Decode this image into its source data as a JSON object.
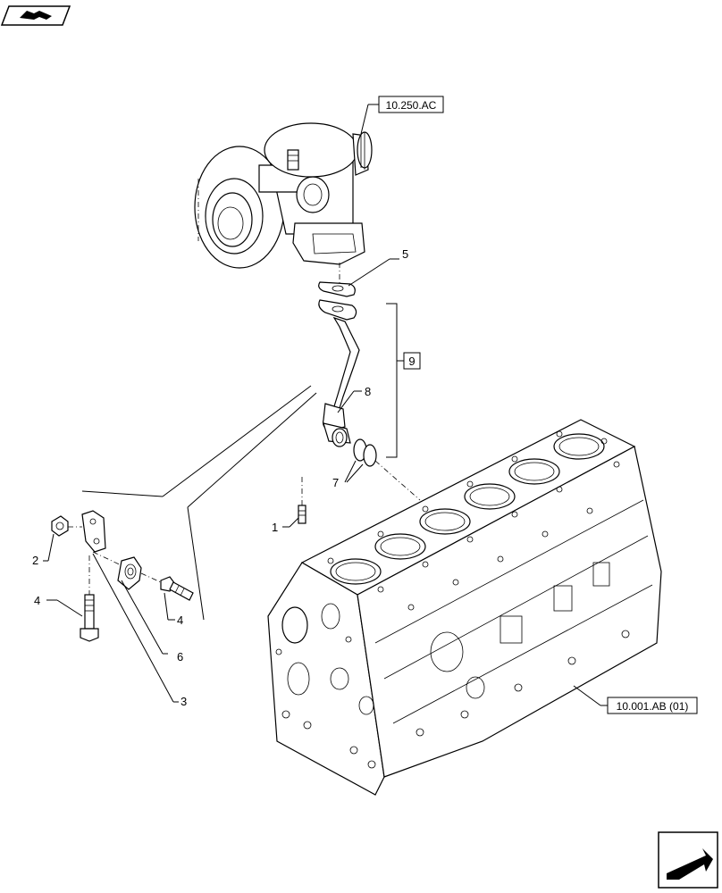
{
  "references": {
    "turbocharger": "10.250.AC",
    "engine_block": "10.001.AB (01)"
  },
  "callouts": {
    "c1": "1",
    "c2": "2",
    "c3": "3",
    "c4_bolt": "4",
    "c4_screw": "4",
    "c5": "5",
    "c6": "6",
    "c7": "7",
    "c8": "8",
    "c9": "9"
  },
  "icons": {
    "top_left": "book-arrow-icon",
    "bottom_right": "next-page-arrow-icon"
  }
}
